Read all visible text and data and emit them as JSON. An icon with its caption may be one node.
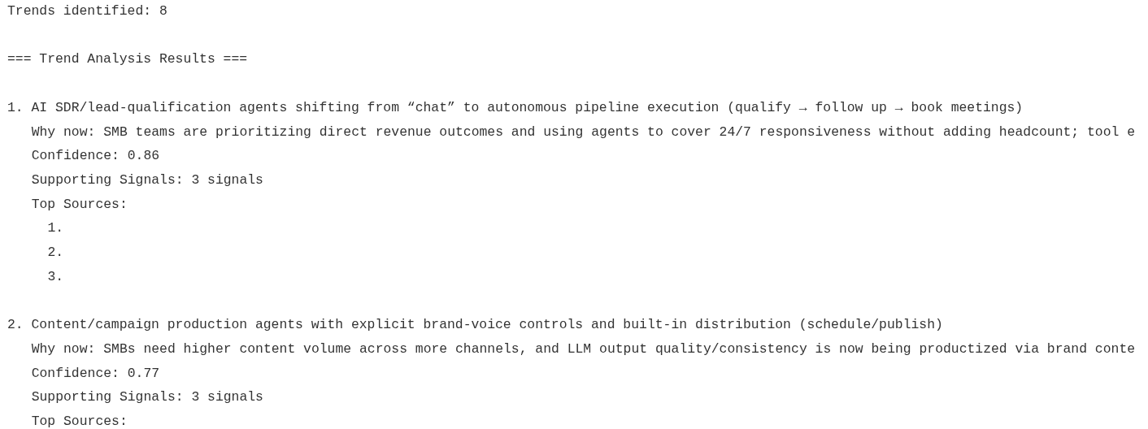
{
  "diagram": {
    "labels": [
      "Trends identified: 8",
      "=== Trend Analysis Results ===",
      "1. AI SDR/lead-qualification agents shifting from “chat” to autonomous pipeline execution (qualify → follow up → book meetings)",
      "Why now: SMB teams are prioritizing direct revenue outcomes and using agents to cover 24/7 responsiveness without adding headcount; tool e",
      "Confidence: 0.86",
      "Supporting Signals: 3 signals",
      "Top Sources:",
      "1.",
      "2.",
      "3.",
      "2. Content/campaign production agents with explicit brand-voice controls and built-in distribution (schedule/publish)",
      "Why now: SMBs need higher content volume across more channels, and LLM output quality/consistency is now being productized via brand conte",
      "Confidence: 0.77",
      "Supporting Signals: 3 signals",
      "Top Sources:"
    ]
  }
}
